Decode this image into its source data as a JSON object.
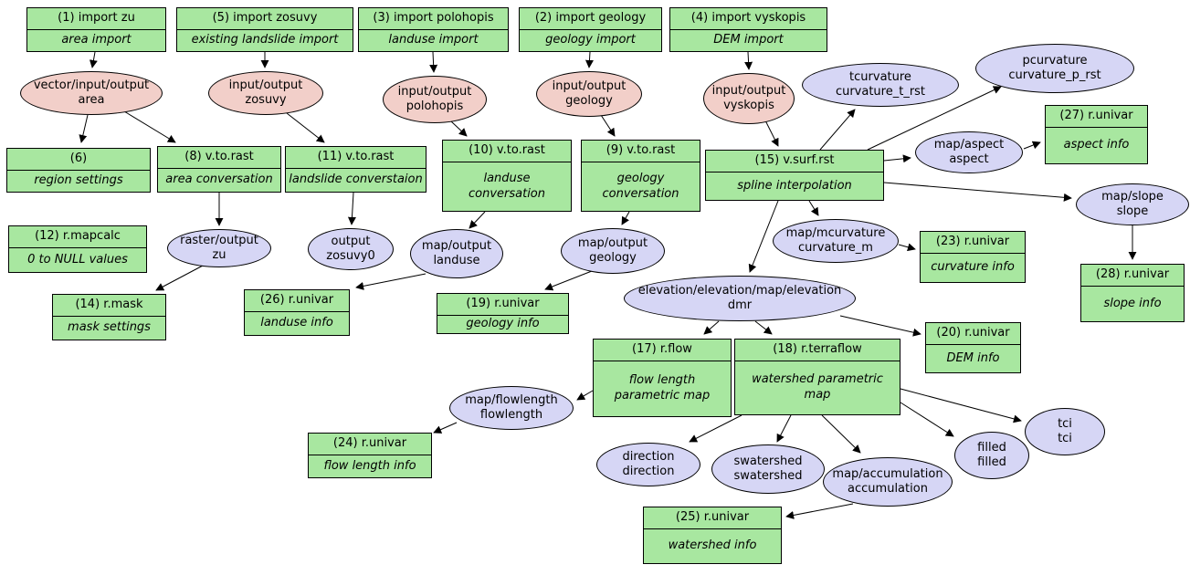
{
  "diagram": {
    "type": "workflow-graph",
    "colors": {
      "module_fill": "#a8e7a0",
      "vector_fill": "#f2cfc9",
      "raster_fill": "#d6d6f5",
      "edge": "#000000",
      "background": "#ffffff"
    },
    "nodes": {
      "import_zu": {
        "title": "(1) import zu",
        "label": "area import"
      },
      "import_zosuvy": {
        "title": "(5) import zosuvy",
        "label": "existing landslide import"
      },
      "import_polohopis": {
        "title": "(3) import polohopis",
        "label": "landuse import"
      },
      "import_geology": {
        "title": "(2) import geology",
        "label": "geology import"
      },
      "import_vyskopis": {
        "title": "(4) import vyskopis",
        "label": "DEM import"
      },
      "region_settings": {
        "title": "(6)",
        "label": "region settings"
      },
      "v_to_rast_8": {
        "title": "(8) v.to.rast",
        "label": "area conversation"
      },
      "v_to_rast_11": {
        "title": "(11) v.to.rast",
        "label": "landslide converstaion"
      },
      "v_to_rast_10": {
        "title": "(10) v.to.rast",
        "label": "landuse\nconversation"
      },
      "v_to_rast_9": {
        "title": "(9) v.to.rast",
        "label": "geology\nconversation"
      },
      "v_surf_rst": {
        "title": "(15) v.surf.rst",
        "label": "spline interpolation"
      },
      "r_mapcalc": {
        "title": "(12) r.mapcalc",
        "label": "0 to NULL values"
      },
      "r_mask": {
        "title": "(14) r.mask",
        "label": "mask settings"
      },
      "r_univar_26": {
        "title": "(26) r.univar",
        "label": "landuse info"
      },
      "r_univar_19": {
        "title": "(19) r.univar",
        "label": "geology info"
      },
      "r_univar_23": {
        "title": "(23) r.univar",
        "label": "curvature info"
      },
      "r_univar_27": {
        "title": "(27) r.univar",
        "label": "aspect info"
      },
      "r_univar_28": {
        "title": "(28) r.univar",
        "label": "slope info"
      },
      "r_univar_20": {
        "title": "(20) r.univar",
        "label": "DEM info"
      },
      "r_flow": {
        "title": "(17) r.flow",
        "label": "flow length\nparametric map"
      },
      "r_terraflow": {
        "title": "(18) r.terraflow",
        "label": "watershed parametric\nmap"
      },
      "r_univar_24": {
        "title": "(24) r.univar",
        "label": "flow length info"
      },
      "r_univar_25": {
        "title": "(25) r.univar",
        "label": "watershed info"
      },
      "data_area": {
        "text": "vector/input/output\narea"
      },
      "data_zosuvy": {
        "text": "input/output\nzosuvy"
      },
      "data_polohopis": {
        "text": "input/output\npolohopis"
      },
      "data_geology": {
        "text": "input/output\ngeology"
      },
      "data_vyskopis": {
        "text": "input/output\nvyskopis"
      },
      "data_tcurvature": {
        "text": "tcurvature\ncurvature_t_rst"
      },
      "data_pcurvature": {
        "text": "pcurvature\ncurvature_p_rst"
      },
      "data_aspect": {
        "text": "map/aspect\naspect"
      },
      "data_slope": {
        "text": "map/slope\nslope"
      },
      "data_zu": {
        "text": "raster/output\nzu"
      },
      "data_zosuvy0": {
        "text": "output\nzosuvy0"
      },
      "data_landuse": {
        "text": "map/output\nlanduse"
      },
      "data_geology_out": {
        "text": "map/output\ngeology"
      },
      "data_curvature_m": {
        "text": "map/mcurvature\ncurvature_m"
      },
      "data_dmr": {
        "text": "elevation/elevation/map/elevation\ndmr"
      },
      "data_flowlength": {
        "text": "map/flowlength\nflowlength"
      },
      "data_direction": {
        "text": "direction\ndirection"
      },
      "data_swatershed": {
        "text": "swatershed\nswatershed"
      },
      "data_accumulation": {
        "text": "map/accumulation\naccumulation"
      },
      "data_filled": {
        "text": "filled\nfilled"
      },
      "data_tci": {
        "text": "tci\ntci"
      }
    }
  }
}
